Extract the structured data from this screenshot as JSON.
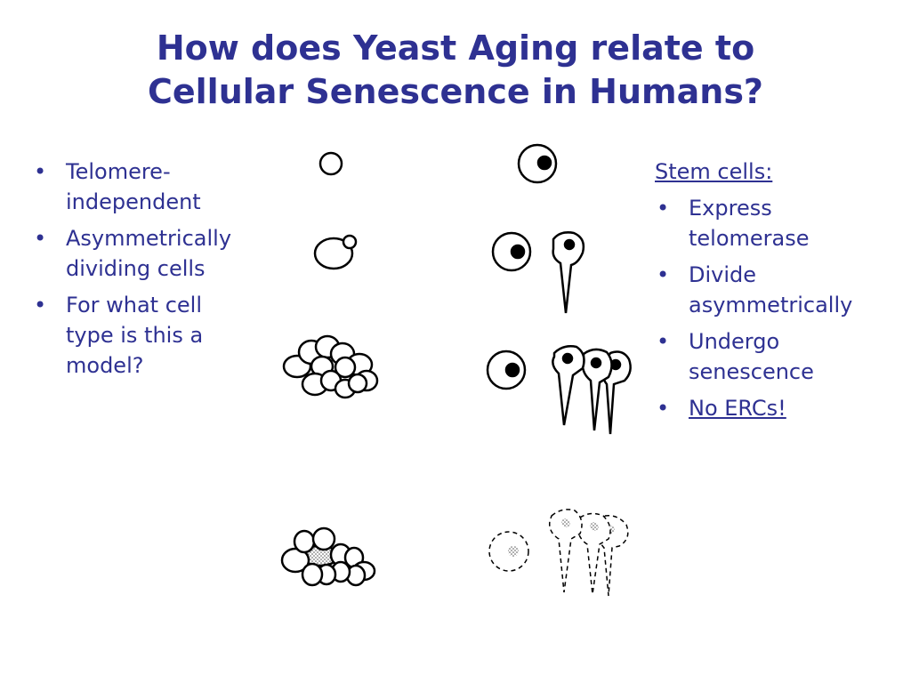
{
  "slide": {
    "title_line1": "How does Yeast Aging relate to",
    "title_line2": "Cellular Senescence in Humans?",
    "bullet_glyph": "•",
    "left_bullets": [
      {
        "line1": "Telomere-",
        "line2": "independent"
      },
      {
        "line1": "Asymmetrically",
        "line2": "dividing cells"
      },
      {
        "line1": "For what cell",
        "line2": "type is this a",
        "line3": "model?"
      }
    ],
    "right_heading": "Stem cells:",
    "right_bullets": [
      {
        "line1": "Express",
        "line2": "telomerase"
      },
      {
        "line1": "Divide",
        "line2": "asymmetrically"
      },
      {
        "line1": "Undergo",
        "line2": "senescence"
      },
      {
        "line1": "No ERCs!"
      }
    ],
    "colors": {
      "text": "#2e3192",
      "drawing": "#000000",
      "background": "#ffffff"
    }
  }
}
